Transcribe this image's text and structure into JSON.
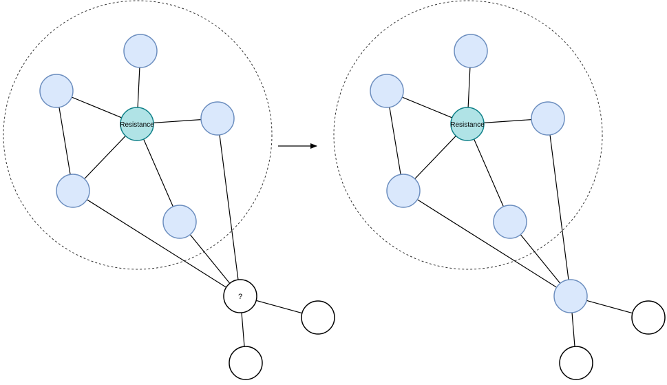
{
  "labels": {
    "center_node": "Resistance",
    "unknown_node": "?"
  },
  "colors": {
    "background": "#ffffff",
    "stroke": "#000000",
    "node_fill": "#dae8fc",
    "node_stroke": "#6c8ebf",
    "center_fill": "#b0e3e6",
    "center_stroke": "#0e8088",
    "boundary": "#333333",
    "blank_fill": "#ffffff"
  },
  "panels": [
    {
      "id": "before",
      "nodes": [
        {
          "id": "top",
          "kind": "network"
        },
        {
          "id": "upper-left",
          "kind": "network"
        },
        {
          "id": "center",
          "kind": "center"
        },
        {
          "id": "right",
          "kind": "network"
        },
        {
          "id": "lower-left",
          "kind": "network"
        },
        {
          "id": "lower-middle",
          "kind": "network"
        },
        {
          "id": "query",
          "kind": "unknown"
        },
        {
          "id": "outer-right",
          "kind": "blank"
        },
        {
          "id": "outer-bottom",
          "kind": "blank"
        }
      ],
      "edges": [
        [
          "top",
          "center"
        ],
        [
          "upper-left",
          "center"
        ],
        [
          "right",
          "center"
        ],
        [
          "lower-left",
          "center"
        ],
        [
          "lower-middle",
          "center"
        ],
        [
          "upper-left",
          "lower-left"
        ],
        [
          "lower-left",
          "query"
        ],
        [
          "lower-middle",
          "query"
        ],
        [
          "right",
          "query"
        ],
        [
          "query",
          "outer-right"
        ],
        [
          "query",
          "outer-bottom"
        ]
      ]
    },
    {
      "id": "after",
      "nodes": [
        {
          "id": "top",
          "kind": "network"
        },
        {
          "id": "upper-left",
          "kind": "network"
        },
        {
          "id": "center",
          "kind": "center"
        },
        {
          "id": "right",
          "kind": "network"
        },
        {
          "id": "lower-left",
          "kind": "network"
        },
        {
          "id": "lower-middle",
          "kind": "network"
        },
        {
          "id": "query",
          "kind": "network"
        },
        {
          "id": "outer-right",
          "kind": "blank"
        },
        {
          "id": "outer-bottom",
          "kind": "blank"
        }
      ],
      "edges": [
        [
          "top",
          "center"
        ],
        [
          "upper-left",
          "center"
        ],
        [
          "right",
          "center"
        ],
        [
          "lower-left",
          "center"
        ],
        [
          "lower-middle",
          "center"
        ],
        [
          "upper-left",
          "lower-left"
        ],
        [
          "lower-left",
          "query"
        ],
        [
          "lower-middle",
          "query"
        ],
        [
          "right",
          "query"
        ],
        [
          "query",
          "outer-right"
        ],
        [
          "query",
          "outer-bottom"
        ]
      ]
    }
  ]
}
